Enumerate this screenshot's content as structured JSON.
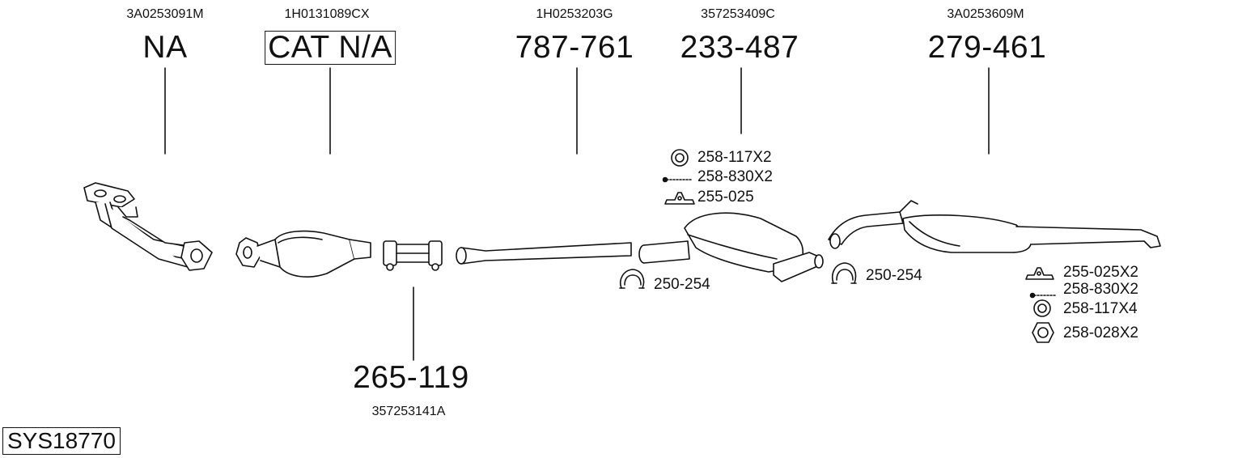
{
  "parts": [
    {
      "oem": "3A0253091M",
      "number": "NA"
    },
    {
      "oem": "1H0131089CX",
      "number": "CAT N/A"
    },
    {
      "oem": "1H0253203G",
      "number": "787-761"
    },
    {
      "oem": "357253409C",
      "number": "233-487"
    },
    {
      "oem": "3A0253609M",
      "number": "279-461"
    },
    {
      "oem": "357253141A",
      "number": "265-119"
    }
  ],
  "hardware": {
    "middle": [
      "258-117X2",
      "258-830X2",
      "255-025"
    ],
    "clamp_left": "250-254",
    "clamp_right": "250-254",
    "rear": [
      "255-025X2",
      "258-830X2",
      "258-117X4",
      "258-028X2"
    ]
  },
  "system_id": "SYS18770"
}
